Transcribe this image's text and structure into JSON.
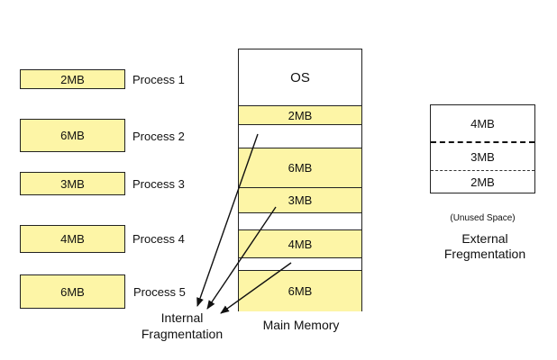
{
  "processes": [
    {
      "size": "2MB",
      "label": "Process 1"
    },
    {
      "size": "6MB",
      "label": "Process 2"
    },
    {
      "size": "3MB",
      "label": "Process 3"
    },
    {
      "size": "4MB",
      "label": "Process 4"
    },
    {
      "size": "6MB",
      "label": "Process 5"
    }
  ],
  "memory": {
    "os_label": "OS",
    "segments": [
      "2MB",
      "6MB",
      "3MB",
      "4MB",
      "6MB"
    ],
    "caption": "Main Memory"
  },
  "internal": {
    "line1": "Internal",
    "line2": "Fragmentation"
  },
  "external": {
    "blocks": [
      "4MB",
      "3MB",
      "2MB"
    ],
    "note": "(Unused Space)",
    "line1": "External",
    "line2": "Fregmentation"
  },
  "colors": {
    "fill": "#fdf5a6",
    "stroke": "#222222"
  }
}
